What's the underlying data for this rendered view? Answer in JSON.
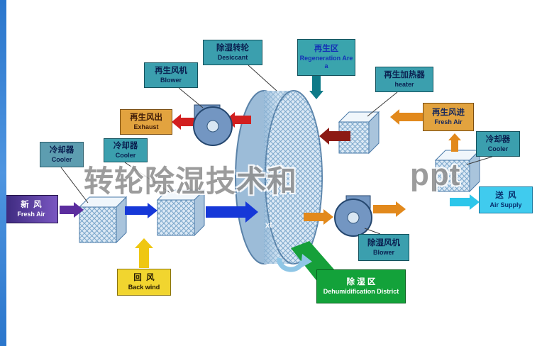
{
  "palette": {
    "teal_box": "#3b9fae",
    "orange_box": "#e2a33f",
    "purple_box": "#5a3fa0",
    "cyan_box": "#40cbee",
    "yellow_box": "#f1d52f",
    "green_box": "#13a23a",
    "arrow_red": "#d21f1f",
    "arrow_maroon": "#8c1a14",
    "arrow_orange": "#e2891c",
    "arrow_purple": "#5b2d9e",
    "arrow_blue": "#1638d8",
    "arrow_yellow": "#efc712",
    "arrow_cyan": "#2cc6ea",
    "arrow_teal": "#0e7a88",
    "wedge_green": "#16a03a",
    "left_strip_blue": "#2a76cc"
  },
  "watermark": {
    "left": "转轮除湿技术和",
    "right": "ppt",
    "small": "xt"
  },
  "labels": {
    "regen_blower": {
      "zh": "再生风机",
      "en": "Blower"
    },
    "desiccant": {
      "zh": "除湿转轮",
      "en": "Desiccant"
    },
    "regen_area": {
      "zh": "再生区",
      "en": "Regeneration Area"
    },
    "heater": {
      "zh": "再生加热器",
      "en": "heater"
    },
    "exhaust": {
      "zh": "再生风出",
      "en": "Exhaust"
    },
    "cooler_mid": {
      "zh": "冷却器",
      "en": "Cooler"
    },
    "cooler_left": {
      "zh": "冷却器",
      "en": "Cooler"
    },
    "regen_fresh_air": {
      "zh": "再生风进",
      "en": "Fresh Air"
    },
    "cooler_right": {
      "zh": "冷却器",
      "en": "Cooler"
    },
    "fresh_air": {
      "zh": "新  风",
      "en": "Fresh Air"
    },
    "air_supply": {
      "zh": "送  风",
      "en": "Air Supply"
    },
    "back_wind": {
      "zh": "回  风",
      "en": "Back wind"
    },
    "dehum_blower": {
      "zh": "除湿风机",
      "en": "Blower"
    },
    "dehum_district": {
      "zh": "除 湿 区",
      "en": "Dehumidification District"
    }
  }
}
